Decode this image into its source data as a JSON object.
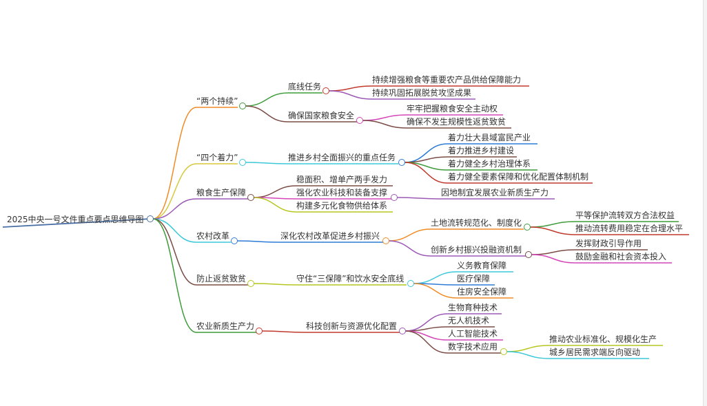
{
  "root": {
    "label": "2025中央一号文件重点要点思维导图",
    "color": "#4a6fa5"
  },
  "colors": {
    "orange": "#f08a24",
    "yellow": "#d6c83a",
    "purple": "#9b59b6",
    "cyan": "#3cc8d8",
    "brown": "#7a4b44",
    "green": "#3d9b3a",
    "red": "#c0392b",
    "darkred": "#8b3a3a",
    "blue": "#2c7bd6",
    "lime": "#b5c61f",
    "magenta": "#d445b8"
  },
  "nodes": {
    "n1": {
      "label": "“两个持续”"
    },
    "n1a": {
      "label": "底线任务"
    },
    "n1a1": {
      "label": "持续增强粮食等重要农产品供给保障能力"
    },
    "n1a2": {
      "label": "持续巩固拓展脱贫攻坚成果"
    },
    "n1b": {
      "label": "确保国家粮食安全"
    },
    "n1b1": {
      "label": "牢牢把握粮食安全主动权"
    },
    "n1b2": {
      "label": "确保不发生规模性返贫致贫"
    },
    "n2": {
      "label": "“四个着力”"
    },
    "n2a": {
      "label": "推进乡村全面振兴的重点任务"
    },
    "n2a1": {
      "label": "着力壮大县域富民产业"
    },
    "n2a2": {
      "label": "着力推进乡村建设"
    },
    "n2a3": {
      "label": "着力健全乡村治理体系"
    },
    "n2a4": {
      "label": "着力健全要素保障和优化配置体制机制"
    },
    "n3": {
      "label": "粮食生产保障"
    },
    "n3a": {
      "label": "稳面积、增单产两手发力"
    },
    "n3b": {
      "label": "强化农业科技和装备支撑"
    },
    "n3b1": {
      "label": "因地制宜发展农业新质生产力"
    },
    "n3c": {
      "label": "构建多元化食物供给体系"
    },
    "n4": {
      "label": "农村改革"
    },
    "n4a": {
      "label": "深化农村改革促进乡村振兴"
    },
    "n4a1": {
      "label": "土地流转规范化、制度化"
    },
    "n4a1a": {
      "label": "平等保护流转双方合法权益"
    },
    "n4a1b": {
      "label": "推动流转费用稳定在合理水平"
    },
    "n4a2": {
      "label": "创新乡村振兴投融资机制"
    },
    "n4a2a": {
      "label": "发挥财政引导作用"
    },
    "n4a2b": {
      "label": "鼓励金融和社会资本投入"
    },
    "n5": {
      "label": "防止返贫致贫"
    },
    "n5a": {
      "label": "守住“三保障”和饮水安全底线"
    },
    "n5a1": {
      "label": "义务教育保障"
    },
    "n5a2": {
      "label": "医疗保障"
    },
    "n5a3": {
      "label": "住房安全保障"
    },
    "n6": {
      "label": "农业新质生产力"
    },
    "n6a": {
      "label": "科技创新与资源优化配置"
    },
    "n6a1": {
      "label": "生物育种技术"
    },
    "n6a2": {
      "label": "无人机技术"
    },
    "n6a3": {
      "label": "人工智能技术"
    },
    "n6a4": {
      "label": "数字技术应用"
    },
    "n6a4a": {
      "label": "推动农业标准化、规模化生产"
    },
    "n6a4b": {
      "label": "城乡居民需求端反向驱动"
    }
  }
}
